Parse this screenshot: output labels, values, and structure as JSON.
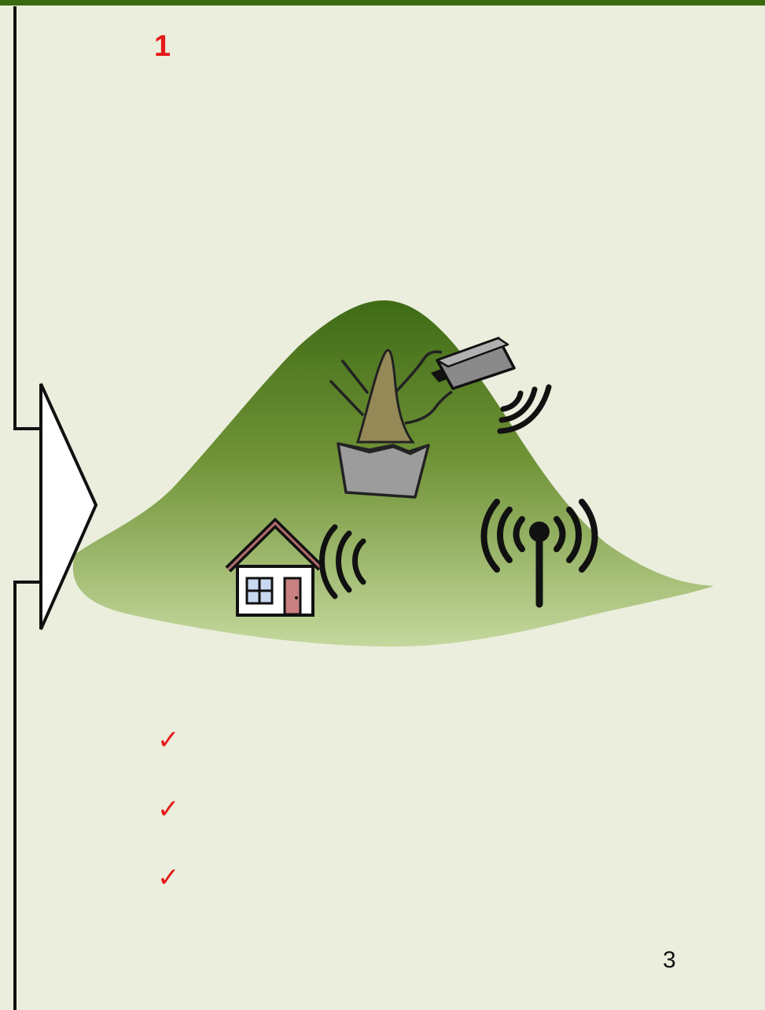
{
  "slide": {
    "label": "1",
    "page_number": "3"
  },
  "bullets": [
    {
      "marker": "✓"
    },
    {
      "marker": "✓"
    },
    {
      "marker": "✓"
    }
  ],
  "illustration": {
    "items": [
      "hill",
      "plant-pot",
      "security-camera",
      "camera-signal-waves",
      "house",
      "house-signal-waves",
      "antenna-tower"
    ]
  },
  "colors": {
    "background": "#ebeedd",
    "top_bar": "#3b6a10",
    "accent_red": "#e51a1a",
    "hill_dark": "#3f6b16",
    "hill_light": "#b7cf8e"
  }
}
